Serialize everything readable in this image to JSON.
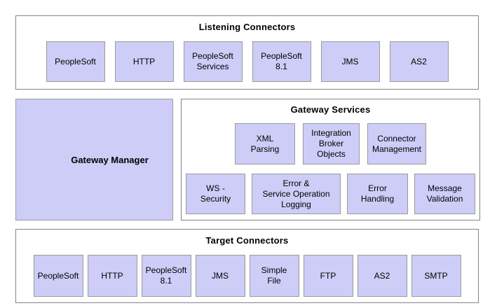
{
  "colors": {
    "box_fill": "#cdcdf8",
    "box_border": "#9a9a9a",
    "section_border": "#848484",
    "background": "#ffffff",
    "text": "#000000"
  },
  "listening_connectors": {
    "title": "Listening Connectors",
    "boxes": [
      "PeopleSoft",
      "HTTP",
      "PeopleSoft\nServices",
      "PeopleSoft\n8.1",
      "JMS",
      "AS2"
    ]
  },
  "gateway_manager": {
    "label": "Gateway Manager"
  },
  "gateway_services": {
    "title": "Gateway Services",
    "row1": [
      "XML\nParsing",
      "Integration\nBroker\nObjects",
      "Connector\nManagement"
    ],
    "row2": [
      "WS -\nSecurity",
      "Error &\nService Operation\nLogging",
      "Error\nHandling",
      "Message\nValidation"
    ]
  },
  "target_connectors": {
    "title": "Target Connectors",
    "boxes": [
      "PeopleSoft",
      "HTTP",
      "PeopleSoft\n8.1",
      "JMS",
      "Simple\nFile",
      "FTP",
      "AS2",
      "SMTP"
    ]
  }
}
